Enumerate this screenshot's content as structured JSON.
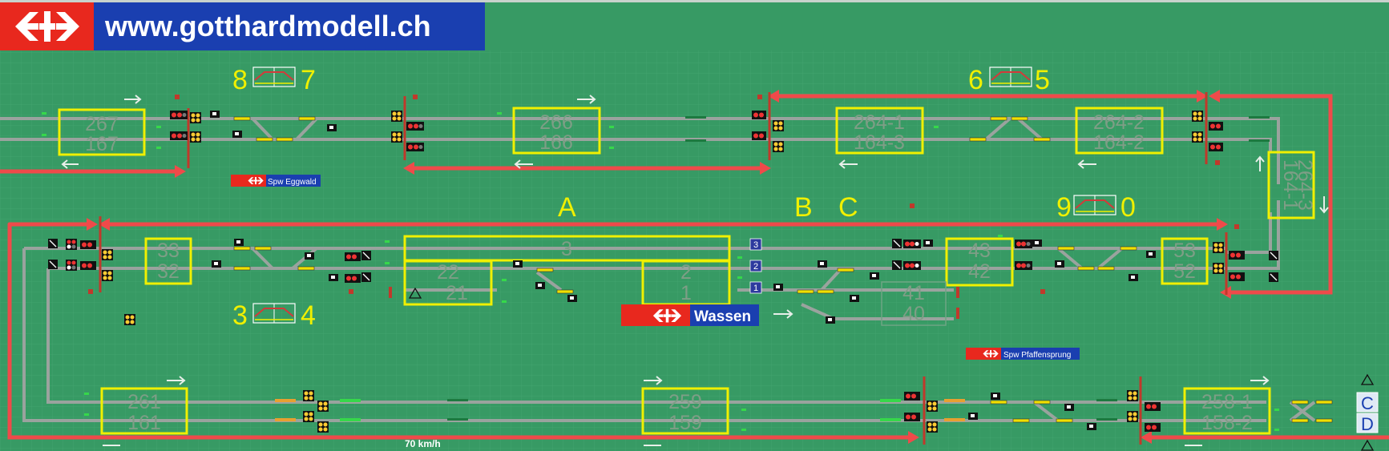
{
  "header": {
    "website": "www.gotthardmodell.ch"
  },
  "blocks": [
    {
      "id": "b267",
      "top": "267",
      "bottom": "167"
    },
    {
      "id": "b266",
      "top": "266",
      "bottom": "166"
    },
    {
      "id": "b264a",
      "top": "264-1",
      "bottom": "164-3"
    },
    {
      "id": "b264b",
      "top": "264-2",
      "bottom": "164-2"
    },
    {
      "id": "b264c",
      "top": "264-3",
      "bottom": "164-1"
    },
    {
      "id": "b33",
      "top": "33",
      "bottom": "32"
    },
    {
      "id": "b3",
      "top": "3",
      "bottom": ""
    },
    {
      "id": "b22",
      "top": "22",
      "bottom": "21"
    },
    {
      "id": "b2",
      "top": "2",
      "bottom": "1"
    },
    {
      "id": "b43",
      "top": "43",
      "bottom": "42"
    },
    {
      "id": "b53",
      "top": "53",
      "bottom": "52"
    },
    {
      "id": "b41",
      "top": "41",
      "bottom": "40"
    },
    {
      "id": "b261",
      "top": "261",
      "bottom": "161"
    },
    {
      "id": "b259",
      "top": "259",
      "bottom": "159"
    },
    {
      "id": "b258",
      "top": "258-1",
      "bottom": "158-2"
    }
  ],
  "section_labels": {
    "s8": "8",
    "s7": "7",
    "s6": "6",
    "s5": "5",
    "s9": "9",
    "s0": "0",
    "s3": "3",
    "s4": "4",
    "sA": "A",
    "sB": "B",
    "sC": "C"
  },
  "track_numbers": {
    "t3": "3",
    "t2": "2",
    "t1": "1"
  },
  "stations": {
    "wassen": "Wassen",
    "eggwald": "Spw Eggwald",
    "pfaffensprung": "Spw Pfaffensprung"
  },
  "side_buttons": {
    "c": "C",
    "d": "D"
  },
  "speed_label": "70 km/h",
  "colors": {
    "background": "#379a64",
    "track": "#9aa39e",
    "route": "#ef4a4a",
    "block_frame": "#f0f000",
    "label_yellow": "#f0f000",
    "sbb_red": "#e8281e",
    "sbb_blue": "#1a3fb0"
  }
}
